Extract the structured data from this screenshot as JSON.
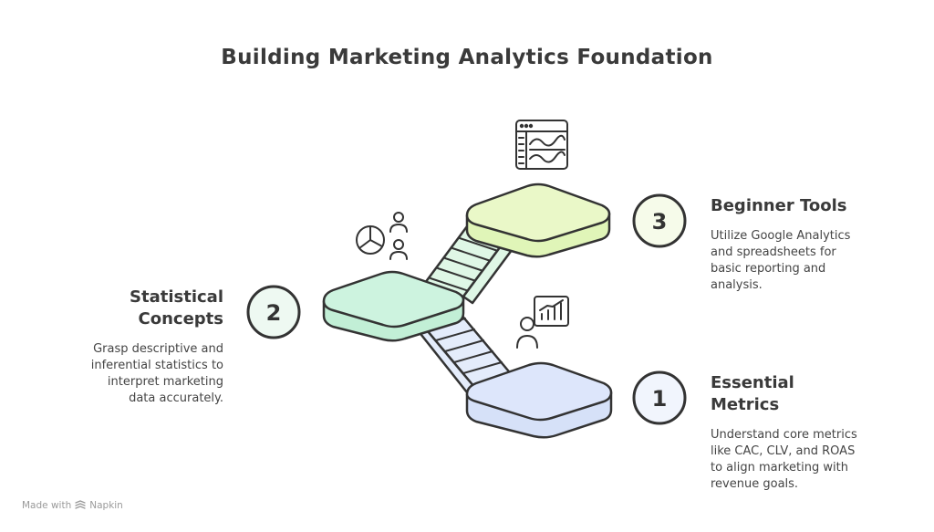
{
  "title": "Building Marketing Analytics Foundation",
  "colors": {
    "step1": "#dde6fb",
    "step2": "#cdf3df",
    "step3": "#eaf8c8",
    "stroke": "#333333",
    "text": "#3a3a3a"
  },
  "steps": [
    {
      "number": "1",
      "heading_line1": "Essential",
      "heading_line2": "Metrics",
      "description_lines": [
        "Understand core metrics",
        "like CAC, CLV, and ROAS",
        "to align marketing with",
        "revenue goals."
      ],
      "icon": "person-with-chart-icon"
    },
    {
      "number": "2",
      "heading_line1": "Statistical",
      "heading_line2": "Concepts",
      "description_lines": [
        "Grasp descriptive and",
        "inferential statistics to",
        "interpret marketing",
        "data accurately."
      ],
      "icon": "pie-chart-people-icon"
    },
    {
      "number": "3",
      "heading_line1": "Beginner Tools",
      "heading_line2": "",
      "description_lines": [
        "Utilize Google Analytics",
        "and spreadsheets for",
        "basic reporting and",
        "analysis."
      ],
      "icon": "dashboard-window-icon"
    }
  ],
  "footer": {
    "made_with": "Made with",
    "brand": "Napkin"
  }
}
